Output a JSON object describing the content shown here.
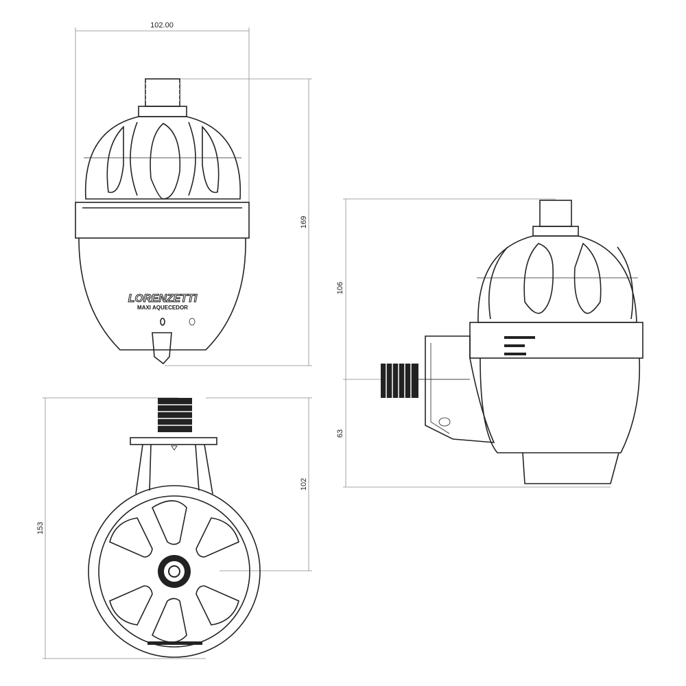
{
  "dimensions": {
    "front_width": "102.00",
    "front_height": "169",
    "side_upper": "106",
    "side_lower": "63",
    "bottom_height": "102",
    "bottom_total": "153"
  },
  "labels": {
    "brand": "LORENZETTI",
    "product": "MAXI AQUECEDOR"
  },
  "colors": {
    "line": "#222222",
    "dimension": "#888888"
  }
}
